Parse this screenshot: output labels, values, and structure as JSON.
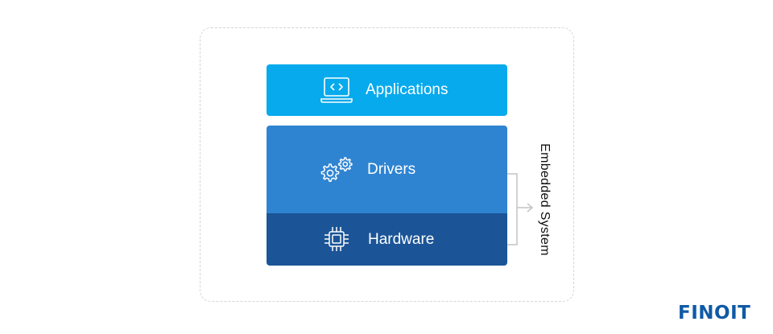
{
  "layers": {
    "applications": {
      "label": "Applications",
      "icon": "laptop-code-icon",
      "color": "#07aaec"
    },
    "drivers": {
      "label": "Drivers",
      "icon": "gears-icon",
      "color": "#2f84d2"
    },
    "hardware": {
      "label": "Hardware",
      "icon": "chip-icon",
      "color": "#1b5597"
    }
  },
  "group_label": "Embedded System",
  "brand": {
    "name": "FINOIT",
    "color": "#0f5aa6"
  }
}
